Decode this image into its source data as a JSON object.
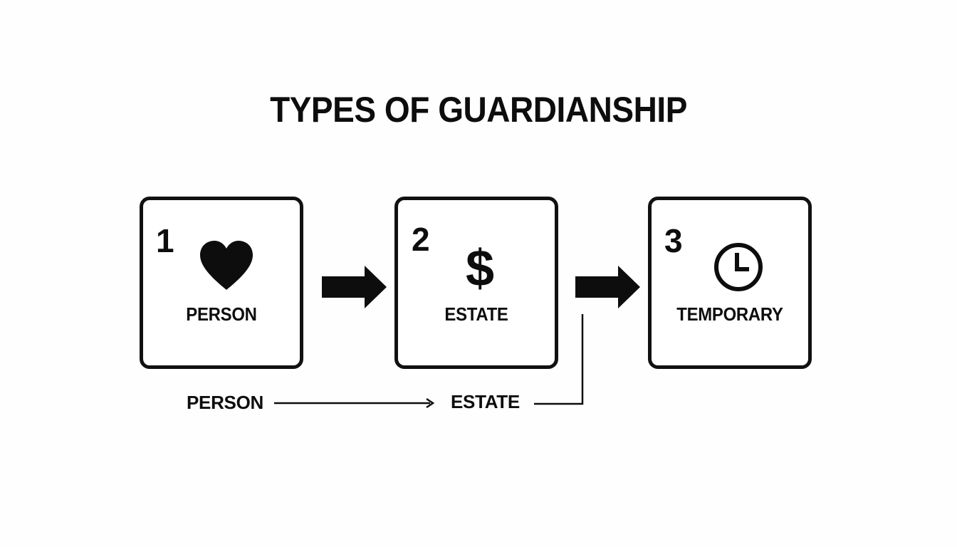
{
  "title": "TYPES OF GUARDIANSHIP",
  "cards": [
    {
      "number": "1",
      "label": "PERSON",
      "icon": "heart-icon"
    },
    {
      "number": "2",
      "label": "ESTATE",
      "icon": "dollar-icon"
    },
    {
      "number": "3",
      "label": "TEMPORARY",
      "icon": "clock-icon"
    }
  ],
  "flow": {
    "from_label": "PERSON",
    "to_label": "ESTATE"
  }
}
